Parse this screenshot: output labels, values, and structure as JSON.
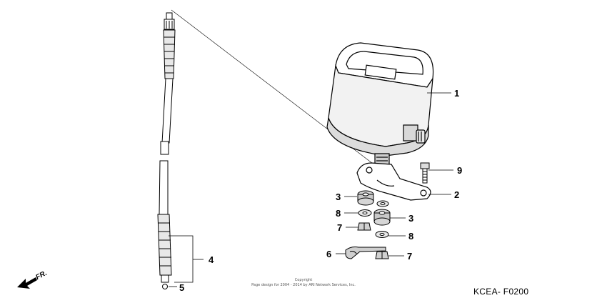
{
  "callouts": {
    "c1": "1",
    "c2": "2",
    "c3a": "3",
    "c3b": "3",
    "c4": "4",
    "c5": "5",
    "c6": "6",
    "c7a": "7",
    "c7b": "7",
    "c8a": "8",
    "c8b": "8",
    "c9": "9"
  },
  "copyright": {
    "line1": "Copyright",
    "line2": "Page design for 2004 - 2014 by ARI Network Services, Inc."
  },
  "diagram_code": "KCEA- F0200",
  "direction_label": "FR.",
  "icons": [
    "front-direction-arrow-icon"
  ]
}
